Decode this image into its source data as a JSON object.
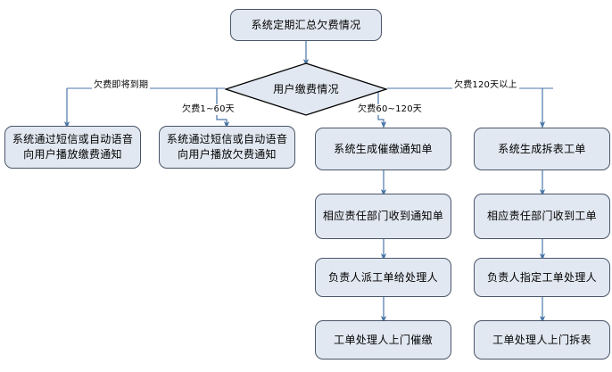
{
  "diagram": {
    "title_node": {
      "id": "start",
      "shape": "rounded-rect",
      "text": "系统定期汇总欠费情况"
    },
    "decision_node": {
      "id": "decision",
      "shape": "diamond",
      "text": "用户缴费情况"
    },
    "edge_labels": {
      "branch1": "欠费即将到期",
      "branch2": "欠费1~60天",
      "branch3": "欠费60~120天",
      "branch4": "欠费120天以上"
    },
    "columns": [
      {
        "id": "col-1",
        "nodes": [
          {
            "id": "c1n1",
            "text": "系统通过短信或自动语音向用户播放缴费通知"
          }
        ]
      },
      {
        "id": "col-2",
        "nodes": [
          {
            "id": "c2n1",
            "text": "系统通过短信或自动语音向用户播放欠费通知"
          }
        ]
      },
      {
        "id": "col-3",
        "nodes": [
          {
            "id": "c3n1",
            "text": "系统生成催缴通知单"
          },
          {
            "id": "c3n2",
            "text": "相应责任部门收到通知单"
          },
          {
            "id": "c3n3",
            "text": "负责人派工单给处理人"
          },
          {
            "id": "c3n4",
            "text": "工单处理人上门催缴"
          }
        ]
      },
      {
        "id": "col-4",
        "nodes": [
          {
            "id": "c4n1",
            "text": "系统生成拆表工单"
          },
          {
            "id": "c4n2",
            "text": "相应责任部门收到工单"
          },
          {
            "id": "c4n3",
            "text": "负责人指定工单处理人"
          },
          {
            "id": "c4n4",
            "text": "工单处理人上门拆表"
          }
        ]
      }
    ],
    "colors": {
      "node_fill": "#e2e8f1",
      "node_border": "#4a5568",
      "connector": "#4a76a8",
      "diamond_fill": "#e2e8f1",
      "diamond_border": "#000000",
      "background": "#ffffff"
    }
  }
}
